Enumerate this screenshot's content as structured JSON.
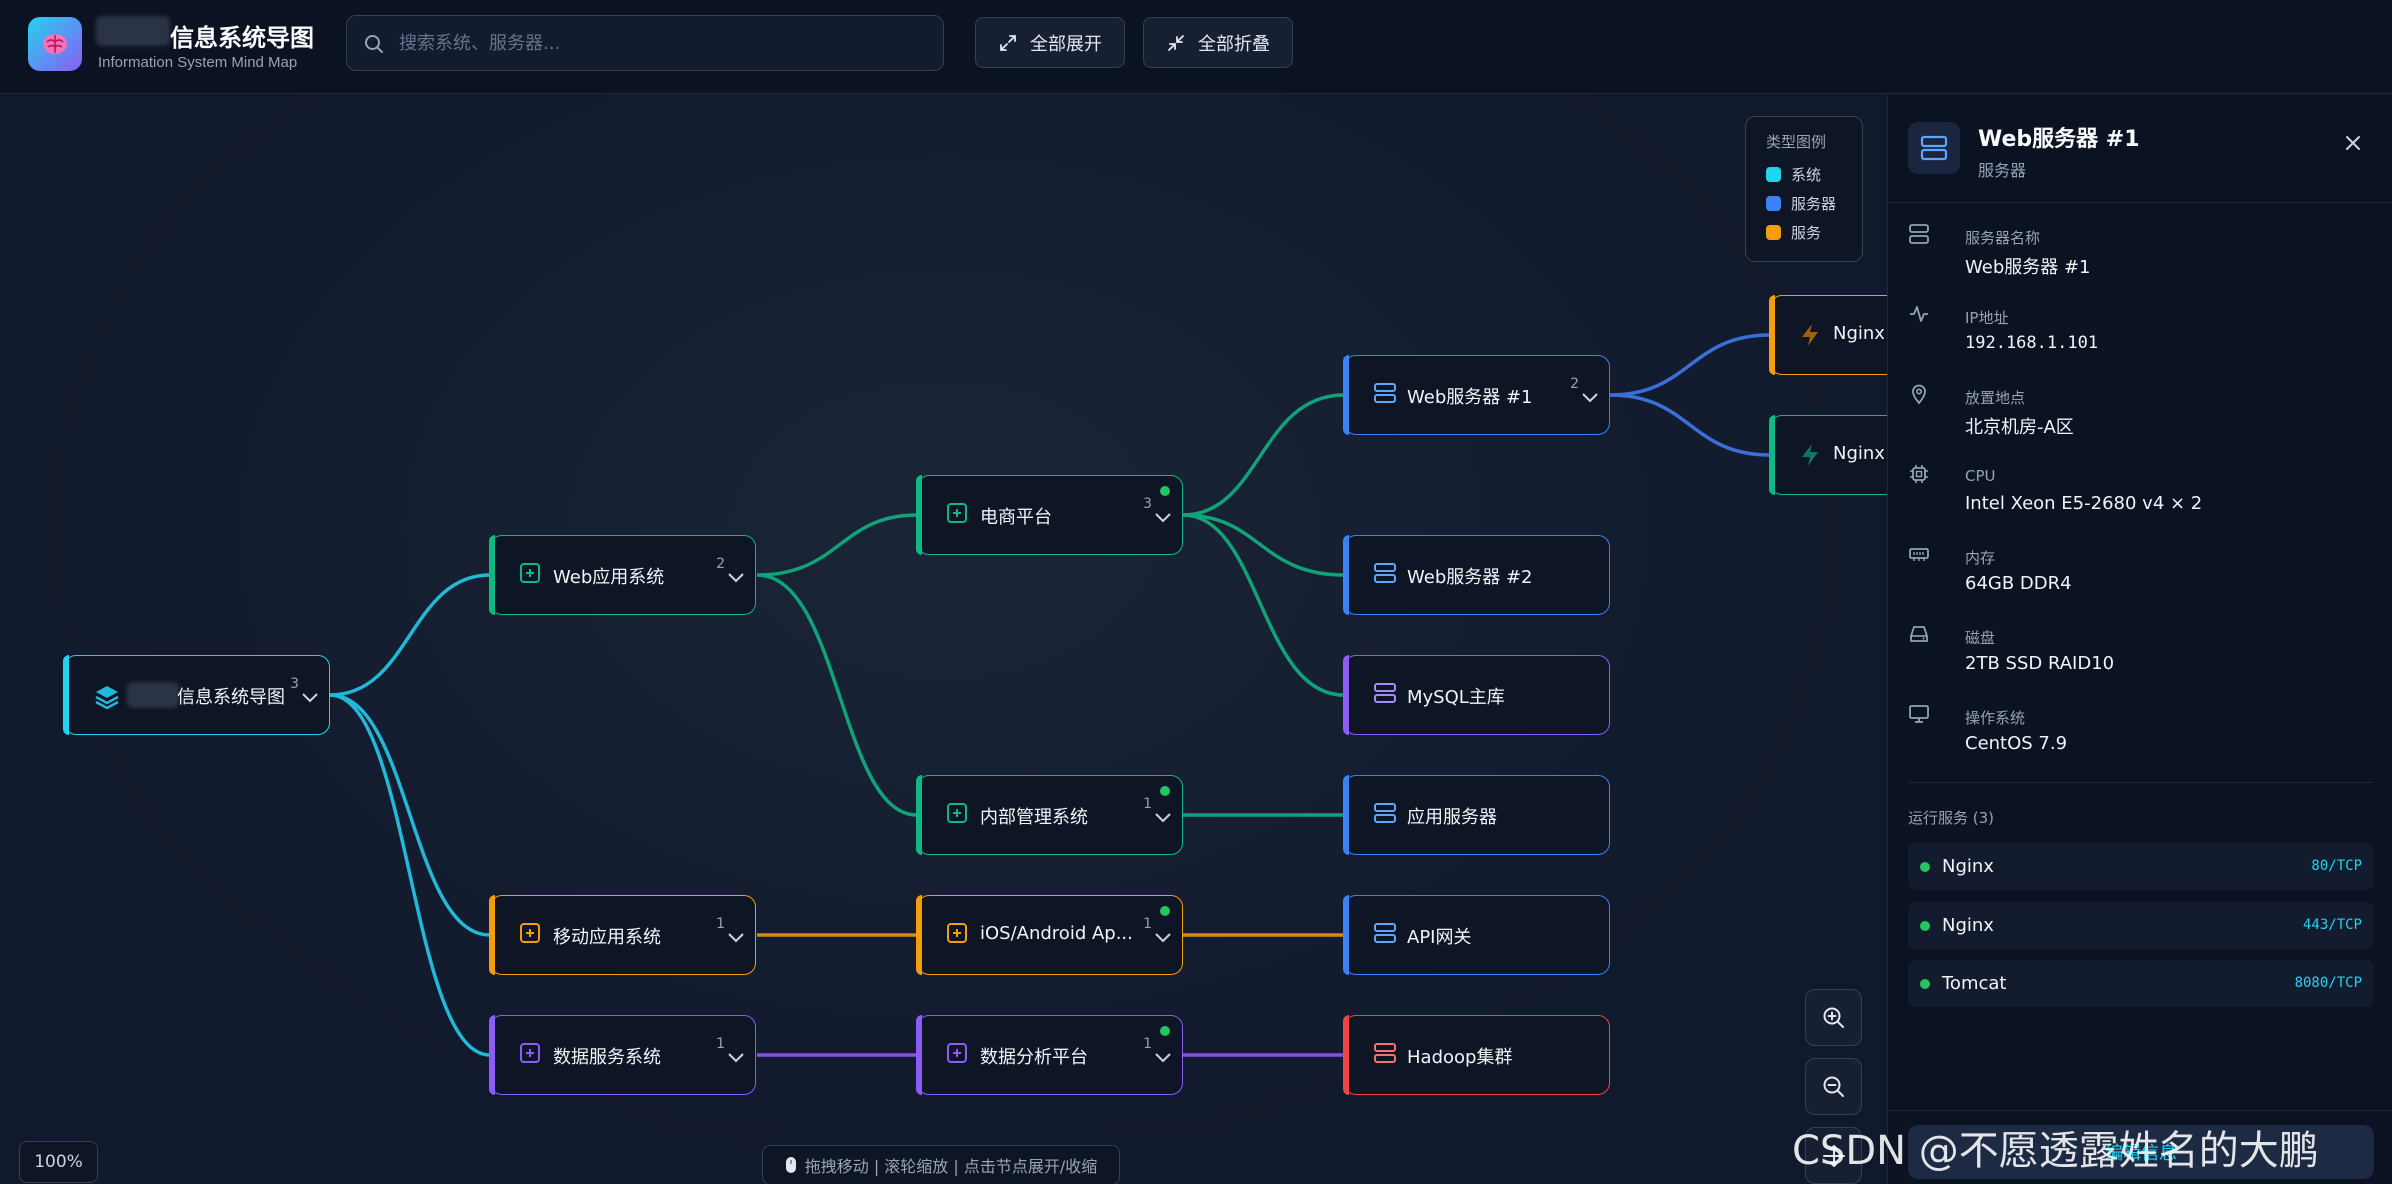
{
  "header": {
    "title": "信息系统导图",
    "subtitle": "Information System Mind Map",
    "search_placeholder": "搜索系统、服务器...",
    "expand_all": "全部展开",
    "collapse_all": "全部折叠"
  },
  "colors": {
    "system": "#22d3ee",
    "server": "#3b82f6",
    "service": "#f59e0b",
    "green": "#10b981",
    "orange": "#f59e0b",
    "purple": "#8b5cf6",
    "red": "#ef4444"
  },
  "legend": {
    "title": "类型图例",
    "items": [
      "系统",
      "服务器",
      "服务"
    ]
  },
  "nodes": {
    "root": {
      "label": "信息系统导图",
      "count": "3",
      "icon": "layers-icon"
    },
    "web_app": {
      "label": "Web应用系统",
      "count": "2",
      "icon": "plus-square-icon"
    },
    "mobile_app": {
      "label": "移动应用系统",
      "count": "1",
      "icon": "plus-square-icon"
    },
    "data_service": {
      "label": "数据服务系统",
      "count": "1",
      "icon": "plus-square-icon"
    },
    "ecommerce": {
      "label": "电商平台",
      "count": "3",
      "icon": "plus-square-icon"
    },
    "internal_mgmt": {
      "label": "内部管理系统",
      "count": "1",
      "icon": "plus-square-icon"
    },
    "ios_android": {
      "label": "iOS/Android Ap...",
      "count": "1",
      "icon": "plus-square-icon"
    },
    "data_analysis": {
      "label": "数据分析平台",
      "count": "1",
      "icon": "plus-square-icon"
    },
    "web_server_1": {
      "label": "Web服务器 #1",
      "count": "2",
      "icon": "server-icon"
    },
    "web_server_2": {
      "label": "Web服务器 #2",
      "icon": "server-icon"
    },
    "mysql": {
      "label": "MySQL主库",
      "icon": "server-icon"
    },
    "app_server": {
      "label": "应用服务器",
      "icon": "server-icon"
    },
    "api_gateway": {
      "label": "API网关",
      "icon": "server-icon"
    },
    "hadoop": {
      "label": "Hadoop集群",
      "icon": "server-icon"
    },
    "nginx_1": {
      "label": "Nginx :",
      "icon": "bolt-icon"
    },
    "nginx_2": {
      "label": "Nginx :",
      "icon": "bolt-icon"
    }
  },
  "zoom": {
    "level": "100%"
  },
  "hint": {
    "text": "拖拽移动 | 滚轮缩放 | 点击节点展开/收缩"
  },
  "watermark": "CSDN @不愿透露姓名的大鹏",
  "detail": {
    "title": "Web服务器 #1",
    "type": "服务器",
    "props": [
      {
        "key": "服务器名称",
        "value": "Web服务器 #1",
        "icon": "server-icon"
      },
      {
        "key": "IP地址",
        "value": "192.168.1.101",
        "icon": "activity-icon"
      },
      {
        "key": "放置地点",
        "value": "北京机房-A区",
        "icon": "map-pin-icon"
      },
      {
        "key": "CPU",
        "value": "Intel Xeon E5-2680 v4 × 2",
        "icon": "cpu-icon"
      },
      {
        "key": "内存",
        "value": "64GB DDR4",
        "icon": "memory-icon"
      },
      {
        "key": "磁盘",
        "value": "2TB SSD RAID10",
        "icon": "hard-drive-icon"
      },
      {
        "key": "操作系统",
        "value": "CentOS 7.9",
        "icon": "monitor-icon"
      }
    ],
    "services_title": "运行服务 (3)",
    "services": [
      {
        "name": "Nginx",
        "port": "80/TCP"
      },
      {
        "name": "Nginx",
        "port": "443/TCP"
      },
      {
        "name": "Tomcat",
        "port": "8080/TCP"
      }
    ],
    "footer_button": "编辑信息"
  }
}
